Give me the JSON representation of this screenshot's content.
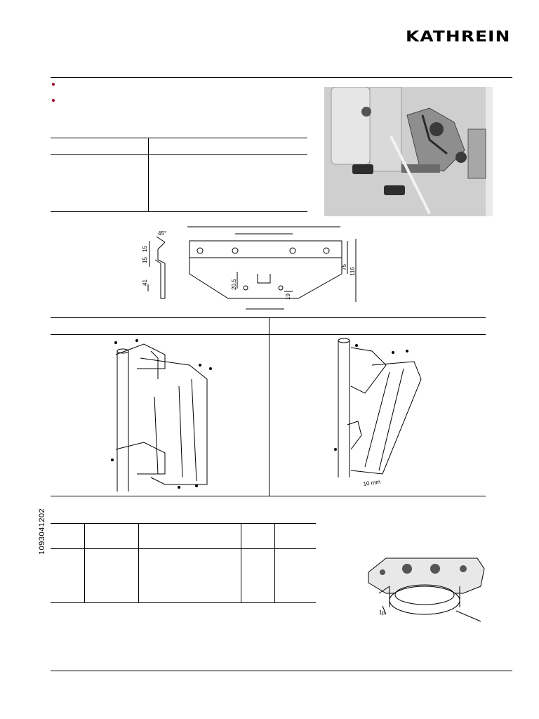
{
  "header": {
    "brand": "KATHREIN"
  },
  "bullets": [
    {
      "text": ""
    },
    {
      "text": ""
    }
  ],
  "side_reference": "1093041202",
  "drawing_labels": {
    "bracket_profile": {
      "angle": "45°",
      "dim_a": "15",
      "dim_b": "15",
      "dim_c": "41"
    },
    "bracket_front": {
      "dim_a": "20.5",
      "dim_b": "75",
      "dim_c": "116",
      "dim_d": "19"
    }
  },
  "mount_tilt": {
    "label": "10 mm"
  },
  "clamp": {
    "label": "1p"
  },
  "colors": {
    "bullet": "#a0002a",
    "rule": "#000000"
  }
}
